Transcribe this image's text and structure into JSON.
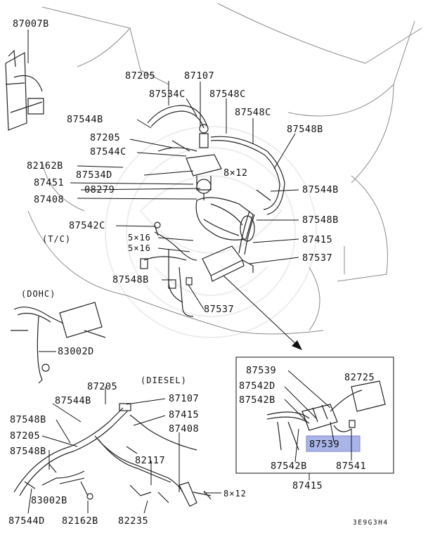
{
  "labels": {
    "l87007B": "87007B",
    "l87205_a": "87205",
    "l87107_a": "87107",
    "l87534C": "87534C",
    "l87548C_a": "87548C",
    "l87548C_b": "87548C",
    "l87544B_a": "87544B",
    "l87205_b": "87205",
    "l87544C": "87544C",
    "l87548B_a": "87548B",
    "l82162B_a": "82162B",
    "l87534D": "87534D",
    "l8x12_a": "8×12",
    "l87451": "87451",
    "l08279": "08279",
    "l87544B_b": "87544B",
    "l87408_a": "87408",
    "l87548B_b": "87548B",
    "l87542C": "87542C",
    "l5x16_a": "5×16",
    "l5x16_b": "5×16",
    "l87415_a": "87415",
    "lTC": "(T/C)",
    "l87537_a": "87537",
    "l87548B_c": "87548B",
    "l87537_b": "87537",
    "lDOHC": "(DOHC)",
    "l83002D": "83002D",
    "lDIESEL": "(DIESEL)",
    "l87205_c": "87205",
    "l87544B_c": "87544B",
    "l87107_b": "87107",
    "l87548B_d": "87548B",
    "l87415_b": "87415",
    "l87205_d": "87205",
    "l87408_b": "87408",
    "l87548B_e": "87548B",
    "l82117": "82117",
    "l83002B": "83002B",
    "l8x12_b": "8×12",
    "l87544D": "87544D",
    "l82162B_b": "82162B",
    "l82235": "82235",
    "i87539_a": "87539",
    "i82725": "82725",
    "i87542D": "87542D",
    "i87542B_a": "87542B",
    "i87539_b": "87539",
    "i87542B_b": "87542B",
    "i87541": "87541",
    "i87415": "87415",
    "code": "3E9G3H4"
  },
  "highlight_color": "#a9b4e8"
}
